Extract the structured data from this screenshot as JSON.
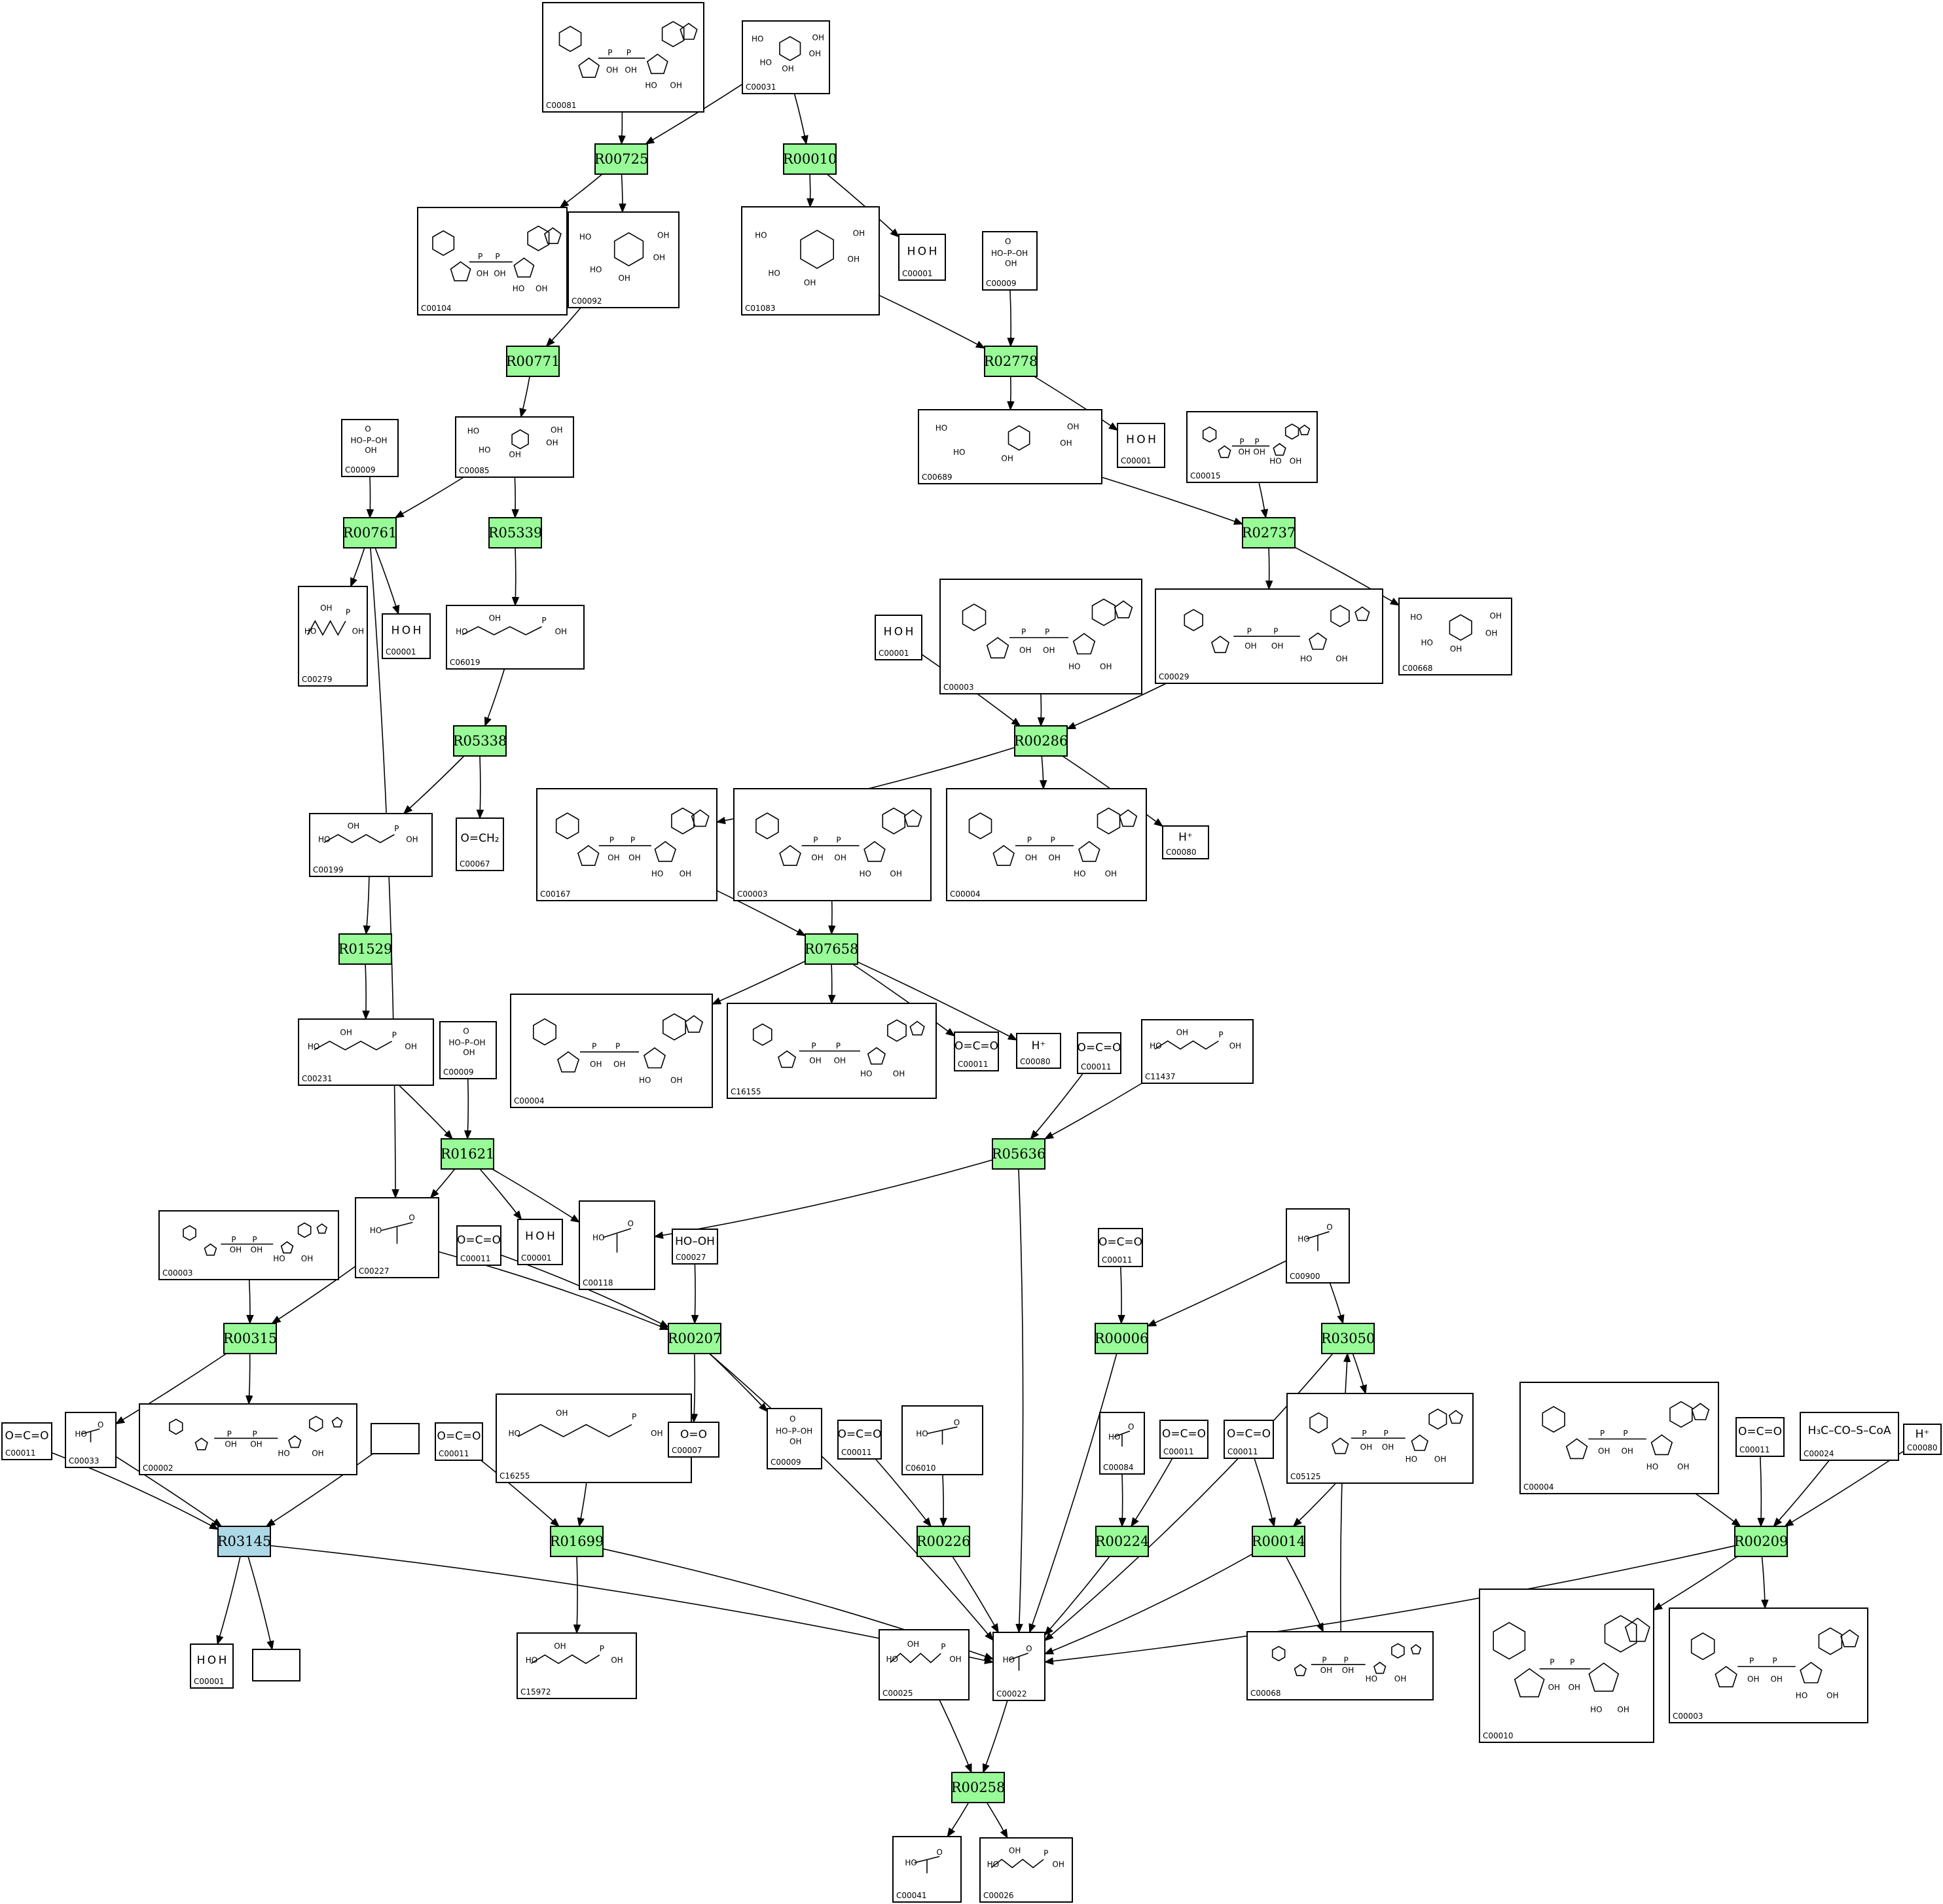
{
  "colors": {
    "reaction_default": "#98fb98",
    "reaction_highlight": "#add8e6",
    "stroke": "#000000"
  },
  "reactions": [
    {
      "id": "R00725",
      "label": "R00725",
      "state": "normal"
    },
    {
      "id": "R00010",
      "label": "R00010",
      "state": "normal"
    },
    {
      "id": "R00771",
      "label": "R00771",
      "state": "normal"
    },
    {
      "id": "R02778",
      "label": "R02778",
      "state": "normal"
    },
    {
      "id": "R00761",
      "label": "R00761",
      "state": "normal"
    },
    {
      "id": "R05339",
      "label": "R05339",
      "state": "normal"
    },
    {
      "id": "R02737",
      "label": "R02737",
      "state": "normal"
    },
    {
      "id": "R00286",
      "label": "R00286",
      "state": "normal"
    },
    {
      "id": "R05338",
      "label": "R05338",
      "state": "normal"
    },
    {
      "id": "R01529",
      "label": "R01529",
      "state": "normal"
    },
    {
      "id": "R07658",
      "label": "R07658",
      "state": "normal"
    },
    {
      "id": "R01621",
      "label": "R01621",
      "state": "normal"
    },
    {
      "id": "R05636",
      "label": "R05636",
      "state": "normal"
    },
    {
      "id": "R00315",
      "label": "R00315",
      "state": "normal"
    },
    {
      "id": "R00207",
      "label": "R00207",
      "state": "normal"
    },
    {
      "id": "R00006",
      "label": "R00006",
      "state": "normal"
    },
    {
      "id": "R03050",
      "label": "R03050",
      "state": "normal"
    },
    {
      "id": "R03145",
      "label": "R03145",
      "state": "highlight"
    },
    {
      "id": "R01699",
      "label": "R01699",
      "state": "normal"
    },
    {
      "id": "R00226",
      "label": "R00226",
      "state": "normal"
    },
    {
      "id": "R00224",
      "label": "R00224",
      "state": "normal"
    },
    {
      "id": "R00014",
      "label": "R00014",
      "state": "normal"
    },
    {
      "id": "R00209",
      "label": "R00209",
      "state": "normal"
    },
    {
      "id": "R00258",
      "label": "R00258",
      "state": "normal"
    }
  ],
  "compounds": [
    {
      "id": "c_C00081",
      "label": "C00081",
      "formula": ""
    },
    {
      "id": "c_C00031",
      "label": "C00031",
      "formula": ""
    },
    {
      "id": "c_C00104",
      "label": "C00104",
      "formula": ""
    },
    {
      "id": "c_C00092",
      "label": "C00092",
      "formula": ""
    },
    {
      "id": "c_C01083",
      "label": "C01083",
      "formula": ""
    },
    {
      "id": "c_C00001a",
      "label": "C00001",
      "formula": "H O H"
    },
    {
      "id": "c_C00009a",
      "label": "C00009",
      "formula": ""
    },
    {
      "id": "c_C00009b",
      "label": "C00009",
      "formula": ""
    },
    {
      "id": "c_C00085",
      "label": "C00085",
      "formula": ""
    },
    {
      "id": "c_C00689",
      "label": "C00689",
      "formula": ""
    },
    {
      "id": "c_C00001b",
      "label": "C00001",
      "formula": "H O H"
    },
    {
      "id": "c_C00015",
      "label": "C00015",
      "formula": ""
    },
    {
      "id": "c_C00279",
      "label": "C00279",
      "formula": ""
    },
    {
      "id": "c_C00001c",
      "label": "C00001",
      "formula": "H O H"
    },
    {
      "id": "c_C06019",
      "label": "C06019",
      "formula": ""
    },
    {
      "id": "c_C00001d",
      "label": "C00001",
      "formula": "H O H"
    },
    {
      "id": "c_C00003a",
      "label": "C00003",
      "formula": ""
    },
    {
      "id": "c_C00029",
      "label": "C00029",
      "formula": ""
    },
    {
      "id": "c_C00668",
      "label": "C00668",
      "formula": ""
    },
    {
      "id": "c_C00199",
      "label": "C00199",
      "formula": ""
    },
    {
      "id": "c_C00067",
      "label": "C00067",
      "formula": "O=CH₂"
    },
    {
      "id": "c_C00167",
      "label": "C00167",
      "formula": ""
    },
    {
      "id": "c_C00003b",
      "label": "C00003",
      "formula": ""
    },
    {
      "id": "c_C00004a",
      "label": "C00004",
      "formula": ""
    },
    {
      "id": "c_C00080a",
      "label": "C00080",
      "formula": "H⁺"
    },
    {
      "id": "c_C00231",
      "label": "C00231",
      "formula": ""
    },
    {
      "id": "c_C00009c",
      "label": "C00009",
      "formula": ""
    },
    {
      "id": "c_C00004b",
      "label": "C00004",
      "formula": ""
    },
    {
      "id": "c_C16155",
      "label": "C16155",
      "formula": ""
    },
    {
      "id": "c_C00011a",
      "label": "C00011",
      "formula": "O=C=O"
    },
    {
      "id": "c_C00080b",
      "label": "C00080",
      "formula": "H⁺"
    },
    {
      "id": "c_C00011b",
      "label": "C00011",
      "formula": "O=C=O"
    },
    {
      "id": "c_C11437",
      "label": "C11437",
      "formula": ""
    },
    {
      "id": "c_C00003c",
      "label": "C00003",
      "formula": ""
    },
    {
      "id": "c_C00227",
      "label": "C00227",
      "formula": ""
    },
    {
      "id": "c_C00011c",
      "label": "C00011",
      "formula": "O=C=O"
    },
    {
      "id": "c_C00001e",
      "label": "C00001",
      "formula": "H O H"
    },
    {
      "id": "c_C00118",
      "label": "C00118",
      "formula": ""
    },
    {
      "id": "c_C00027",
      "label": "C00027",
      "formula": "HO–OH"
    },
    {
      "id": "c_C00011d",
      "label": "C00011",
      "formula": "O=C=O"
    },
    {
      "id": "c_C00900",
      "label": "C00900",
      "formula": ""
    },
    {
      "id": "c_C00011e",
      "label": "C00011",
      "formula": "O=C=O"
    },
    {
      "id": "c_C00033",
      "label": "C00033",
      "formula": ""
    },
    {
      "id": "c_C00002",
      "label": "C00002",
      "formula": ""
    },
    {
      "id": "c_empty1",
      "label": "",
      "formula": ""
    },
    {
      "id": "c_C00011f",
      "label": "C00011",
      "formula": "O=C=O"
    },
    {
      "id": "c_C16255",
      "label": "C16255",
      "formula": ""
    },
    {
      "id": "c_C00007",
      "label": "C00007",
      "formula": "O=O"
    },
    {
      "id": "c_C00009d",
      "label": "C00009",
      "formula": ""
    },
    {
      "id": "c_C00011g",
      "label": "C00011",
      "formula": "O=C=O"
    },
    {
      "id": "c_C06010",
      "label": "C06010",
      "formula": ""
    },
    {
      "id": "c_C00084",
      "label": "C00084",
      "formula": ""
    },
    {
      "id": "c_C00011h",
      "label": "C00011",
      "formula": "O=C=O"
    },
    {
      "id": "c_C00011i",
      "label": "C00011",
      "formula": "O=C=O"
    },
    {
      "id": "c_C05125",
      "label": "C05125",
      "formula": ""
    },
    {
      "id": "c_C00004c",
      "label": "C00004",
      "formula": ""
    },
    {
      "id": "c_C00011j",
      "label": "C00011",
      "formula": "O=C=O"
    },
    {
      "id": "c_C00024",
      "label": "C00024",
      "formula": "H₃C–CO–S–CoA"
    },
    {
      "id": "c_C00080c",
      "label": "C00080",
      "formula": "H⁺"
    },
    {
      "id": "c_C00001f",
      "label": "C00001",
      "formula": "H O H"
    },
    {
      "id": "c_empty2",
      "label": "",
      "formula": ""
    },
    {
      "id": "c_C15972",
      "label": "C15972",
      "formula": ""
    },
    {
      "id": "c_C00025",
      "label": "C00025",
      "formula": ""
    },
    {
      "id": "c_C00022",
      "label": "C00022",
      "formula": ""
    },
    {
      "id": "c_C00068",
      "label": "C00068",
      "formula": ""
    },
    {
      "id": "c_C00010",
      "label": "C00010",
      "formula": ""
    },
    {
      "id": "c_C00003d",
      "label": "C00003",
      "formula": ""
    },
    {
      "id": "c_C00041",
      "label": "C00041",
      "formula": ""
    },
    {
      "id": "c_C00026",
      "label": "C00026",
      "formula": ""
    }
  ],
  "edges": [
    [
      "c_C00081",
      "R00725"
    ],
    [
      "c_C00031",
      "R00725"
    ],
    [
      "c_C00031",
      "R00010"
    ],
    [
      "R00725",
      "c_C00104"
    ],
    [
      "R00725",
      "c_C00092"
    ],
    [
      "R00010",
      "c_C01083"
    ],
    [
      "R00010",
      "c_C00001a"
    ],
    [
      "c_C00092",
      "R00771"
    ],
    [
      "c_C01083",
      "R02778"
    ],
    [
      "c_C00009a",
      "R02778"
    ],
    [
      "R00771",
      "c_C00085"
    ],
    [
      "R02778",
      "c_C00689"
    ],
    [
      "R02778",
      "c_C00001b"
    ],
    [
      "c_C00009b",
      "R00761"
    ],
    [
      "c_C00085",
      "R00761"
    ],
    [
      "c_C00085",
      "R05339"
    ],
    [
      "c_C00689",
      "R02737"
    ],
    [
      "c_C00015",
      "R02737"
    ],
    [
      "R00761",
      "c_C00279"
    ],
    [
      "R00761",
      "c_C00001c"
    ],
    [
      "R00761",
      "c_C00227"
    ],
    [
      "R05339",
      "c_C06019"
    ],
    [
      "R02737",
      "c_C00029"
    ],
    [
      "R02737",
      "c_C00668"
    ],
    [
      "c_C00001d",
      "R00286"
    ],
    [
      "c_C00003a",
      "R00286"
    ],
    [
      "c_C00029",
      "R00286"
    ],
    [
      "c_C06019",
      "R05338"
    ],
    [
      "R00286",
      "c_C00167"
    ],
    [
      "R00286",
      "c_C00004a"
    ],
    [
      "R00286",
      "c_C00080a"
    ],
    [
      "R05338",
      "c_C00199"
    ],
    [
      "R05338",
      "c_C00067"
    ],
    [
      "c_C00199",
      "R01529"
    ],
    [
      "c_C00167",
      "R07658"
    ],
    [
      "c_C00003b",
      "R07658"
    ],
    [
      "R07658",
      "c_C00004b"
    ],
    [
      "R07658",
      "c_C16155"
    ],
    [
      "R07658",
      "c_C00011a"
    ],
    [
      "R07658",
      "c_C00080b"
    ],
    [
      "R01529",
      "c_C00231"
    ],
    [
      "c_C00231",
      "R01621"
    ],
    [
      "c_C00009c",
      "R01621"
    ],
    [
      "c_C00011b",
      "R05636"
    ],
    [
      "c_C11437",
      "R05636"
    ],
    [
      "R01621",
      "c_C00227"
    ],
    [
      "R01621",
      "c_C00001e"
    ],
    [
      "R01621",
      "c_C00118"
    ],
    [
      "R05636",
      "c_C00118"
    ],
    [
      "R05636",
      "c_C00022"
    ],
    [
      "c_C00003c",
      "R00315"
    ],
    [
      "c_C00227",
      "R00315"
    ],
    [
      "c_C00227",
      "R00207"
    ],
    [
      "c_C00011c",
      "R00207"
    ],
    [
      "c_C00027",
      "R00207"
    ],
    [
      "c_C00011d",
      "R00006"
    ],
    [
      "c_C00900",
      "R00006"
    ],
    [
      "c_C00900",
      "R03050"
    ],
    [
      "R00315",
      "c_C00033"
    ],
    [
      "R00315",
      "c_C00002"
    ],
    [
      "R00207",
      "c_C00007"
    ],
    [
      "R00207",
      "c_C00009d"
    ],
    [
      "R00207",
      "c_C00022"
    ],
    [
      "R00006",
      "c_C00022"
    ],
    [
      "R03050",
      "c_C05125"
    ],
    [
      "R03050",
      "c_C00022"
    ],
    [
      "c_C00011e",
      "R03145"
    ],
    [
      "c_C00033",
      "R03145"
    ],
    [
      "c_empty1",
      "R03145"
    ],
    [
      "c_C00011f",
      "R01699"
    ],
    [
      "c_C16255",
      "R01699"
    ],
    [
      "c_C00011g",
      "R00226"
    ],
    [
      "c_C06010",
      "R00226"
    ],
    [
      "c_C00084",
      "R00224"
    ],
    [
      "c_C00011h",
      "R00224"
    ],
    [
      "c_C00011i",
      "R00014"
    ],
    [
      "c_C05125",
      "R00014"
    ],
    [
      "c_C00004c",
      "R00209"
    ],
    [
      "c_C00011j",
      "R00209"
    ],
    [
      "c_C00024",
      "R00209"
    ],
    [
      "c_C00080c",
      "R00209"
    ],
    [
      "R03145",
      "c_C00001f"
    ],
    [
      "R03145",
      "c_empty2"
    ],
    [
      "R03145",
      "c_C00022"
    ],
    [
      "R01699",
      "c_C15972"
    ],
    [
      "R01699",
      "c_C00022"
    ],
    [
      "R00226",
      "c_C00022"
    ],
    [
      "R00224",
      "c_C00022"
    ],
    [
      "R00014",
      "c_C00022"
    ],
    [
      "R00014",
      "c_C00068"
    ],
    [
      "c_C00068",
      "R03050"
    ],
    [
      "R00209",
      "c_C00022"
    ],
    [
      "R00209",
      "c_C00010"
    ],
    [
      "R00209",
      "c_C00003d"
    ],
    [
      "c_C00025",
      "R00258"
    ],
    [
      "c_C00022",
      "R00258"
    ],
    [
      "R00258",
      "c_C00041"
    ],
    [
      "R00258",
      "c_C00026"
    ]
  ]
}
